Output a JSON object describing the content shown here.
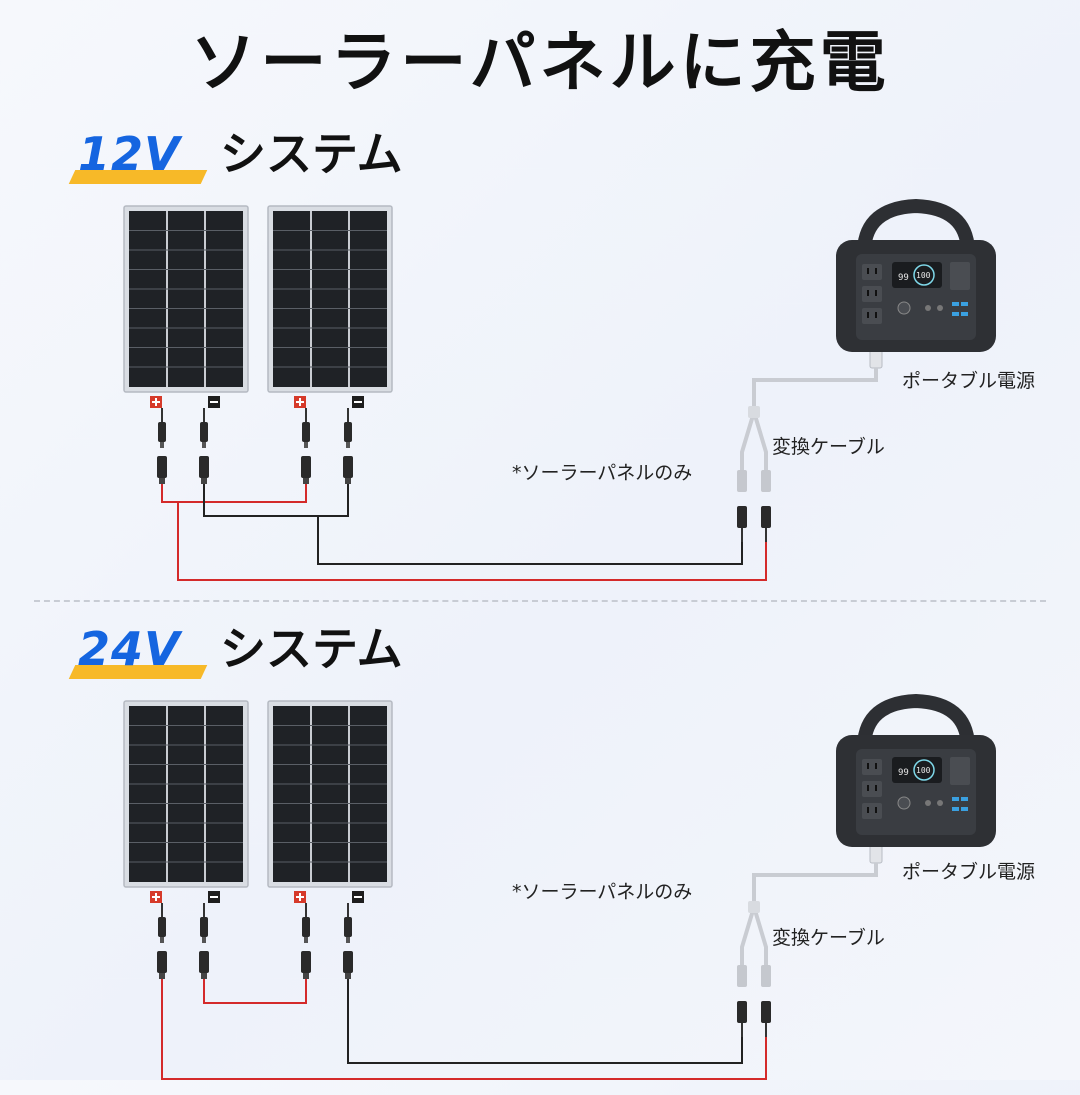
{
  "title": "ソーラーパネルに充電",
  "sections": [
    {
      "voltage": "12V",
      "system_label": "システム",
      "panel_only_note": "*ソーラーパネルのみ",
      "cable_label": "変換ケーブル",
      "station_label": "ポータブル電源",
      "wiring": "parallel"
    },
    {
      "voltage": "24V",
      "system_label": "システム",
      "panel_only_note": "*ソーラーパネルのみ",
      "cable_label": "変換ケーブル",
      "station_label": "ポータブル電源",
      "wiring": "series"
    }
  ],
  "station_display": {
    "left": "99",
    "right": "100"
  },
  "colors": {
    "accent_blue": "#1565e0",
    "badge_yellow": "#f7b928",
    "wire_red": "#d42a2a",
    "wire_black": "#222222",
    "terminal_red": "#d63a2a"
  },
  "icons": [
    "plus-terminal-icon",
    "minus-terminal-icon",
    "mc4-connector-icon",
    "power-station-icon",
    "solar-panel-icon"
  ]
}
